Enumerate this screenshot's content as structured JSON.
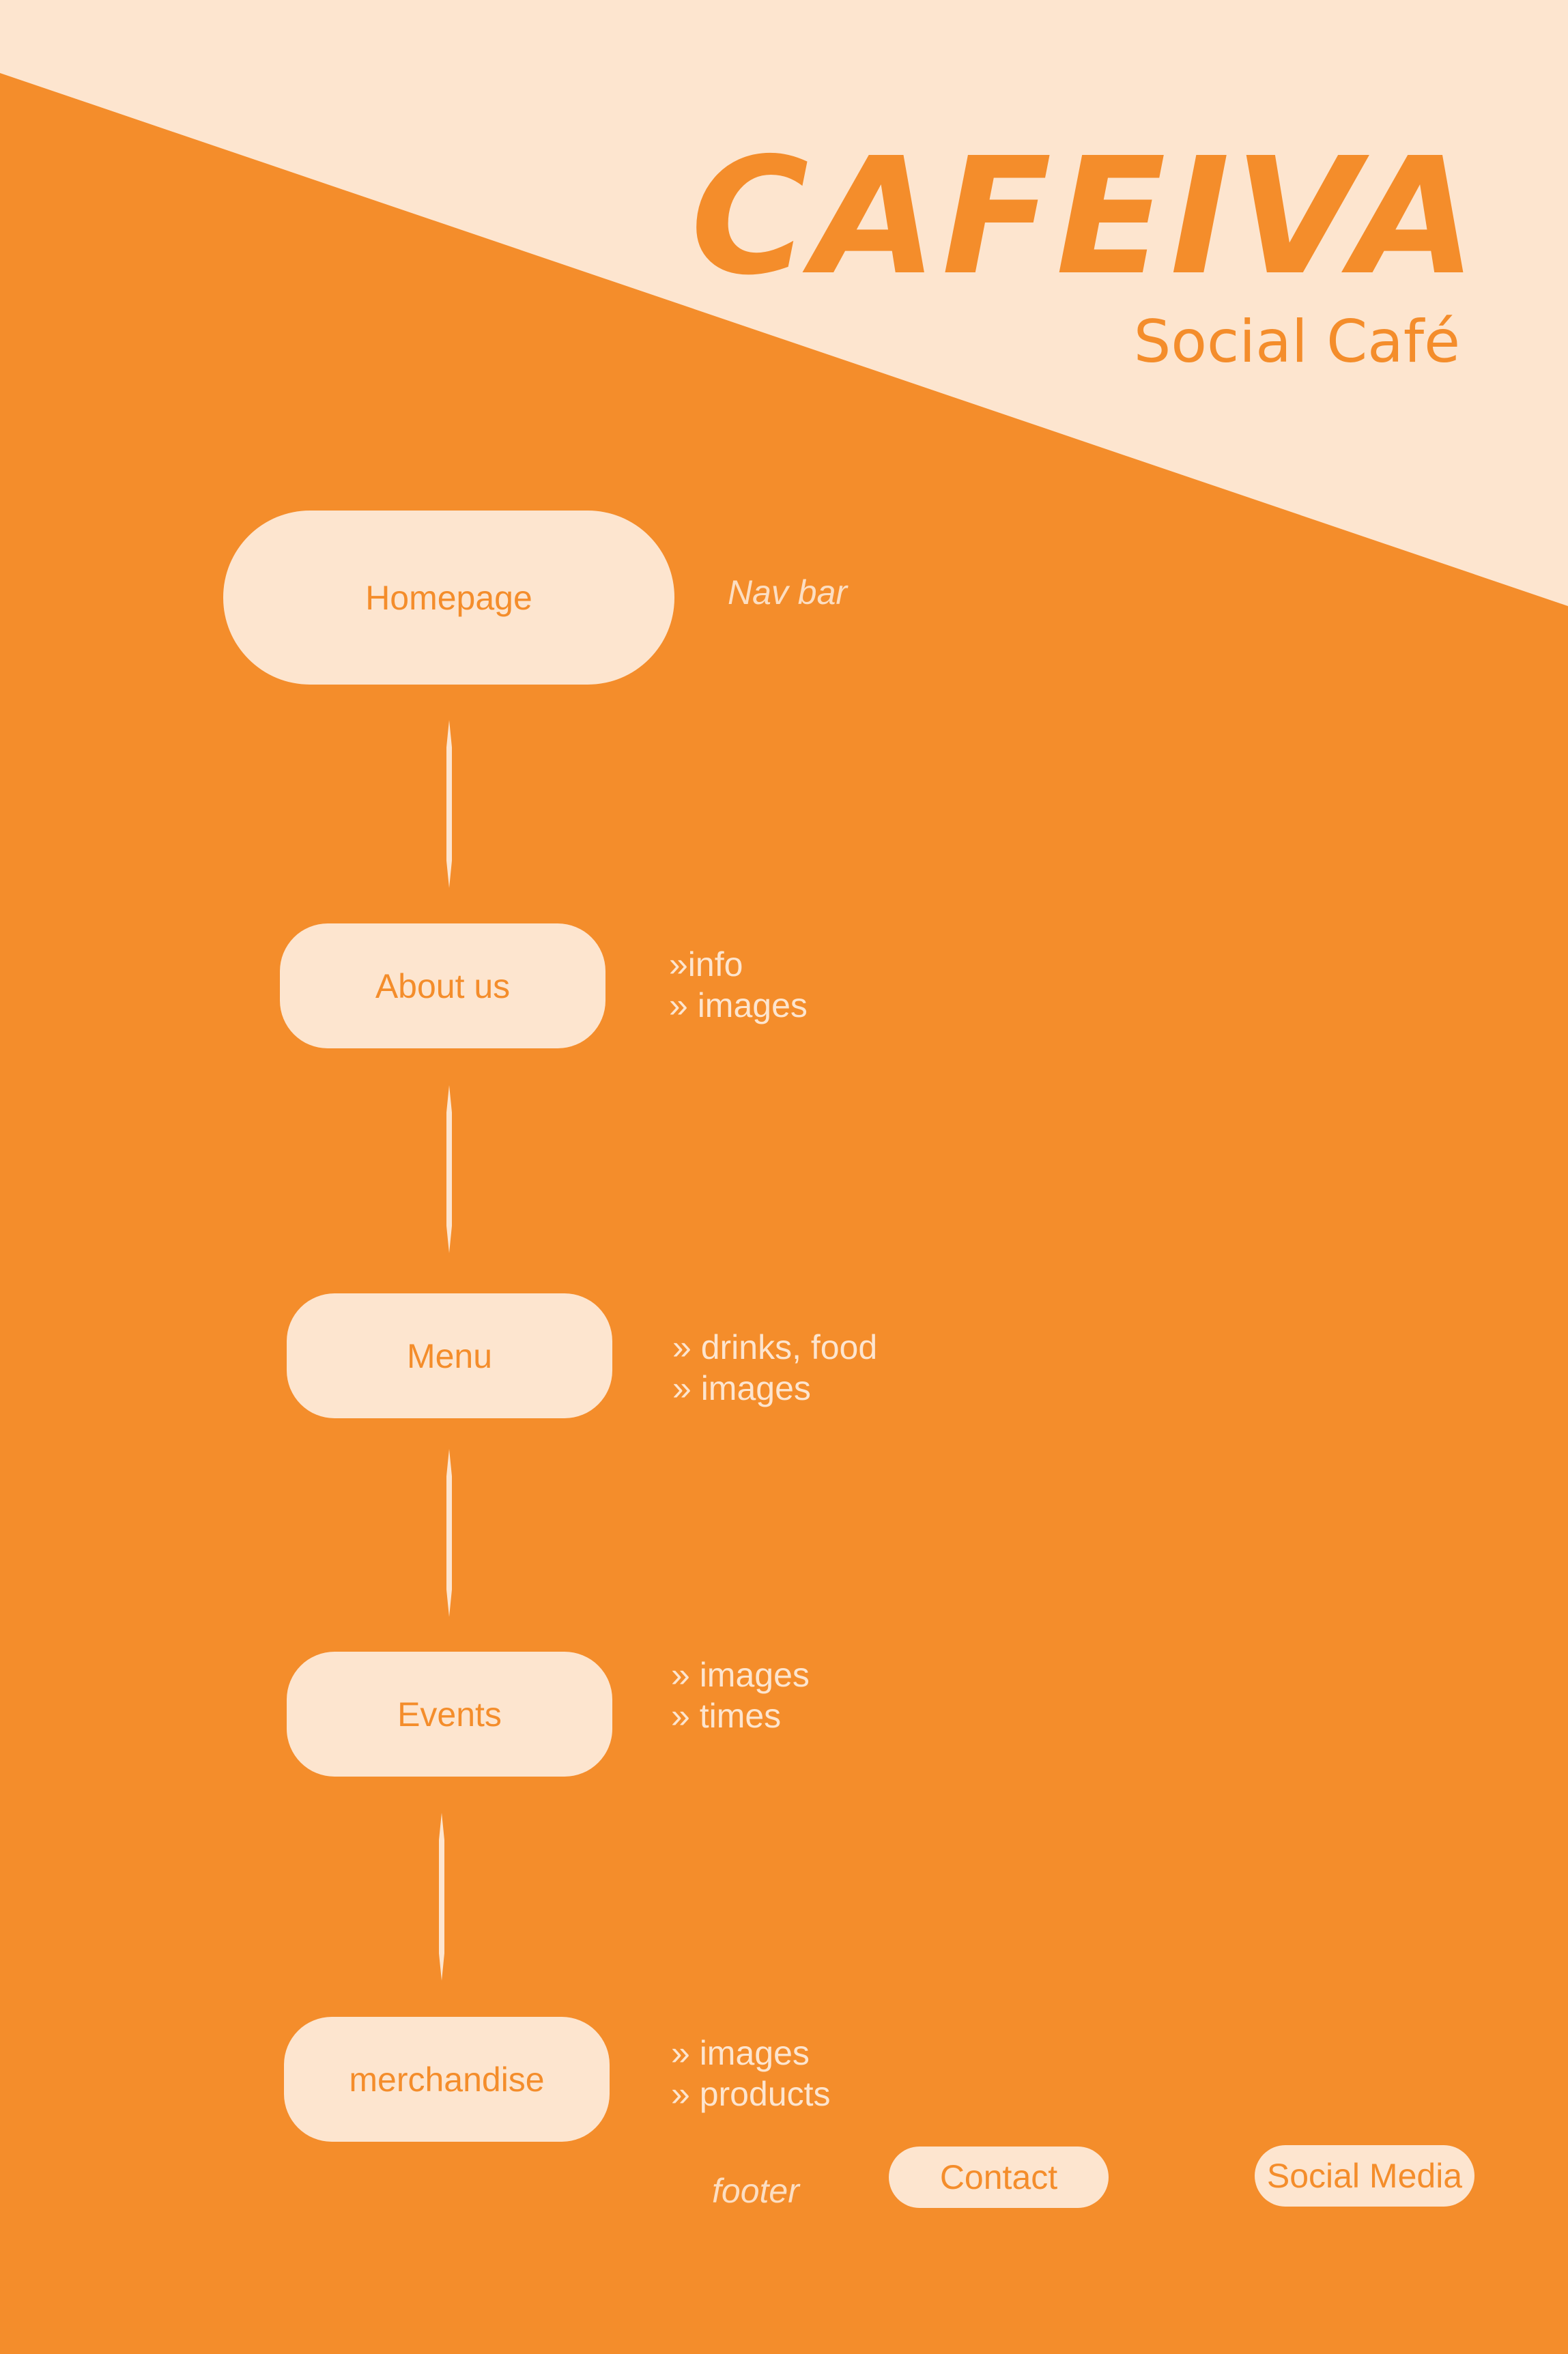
{
  "colors": {
    "orange": "#F48D2B",
    "cream": "#FDE5CF"
  },
  "brand": {
    "title": "CAFEIVA",
    "subtitle": "Social Café"
  },
  "nav_note": "Nav bar",
  "nodes": [
    {
      "label": "Homepage"
    },
    {
      "label": "About us",
      "notes": [
        "»info",
        "» images"
      ]
    },
    {
      "label": "Menu",
      "notes": [
        "» drinks, food",
        "» images"
      ]
    },
    {
      "label": "Events",
      "notes": [
        "» images",
        "» times"
      ]
    },
    {
      "label": "merchandise",
      "notes": [
        "» images",
        "» products"
      ]
    }
  ],
  "footer": {
    "label": "footer",
    "contact": "Contact",
    "social": "Social Media"
  }
}
